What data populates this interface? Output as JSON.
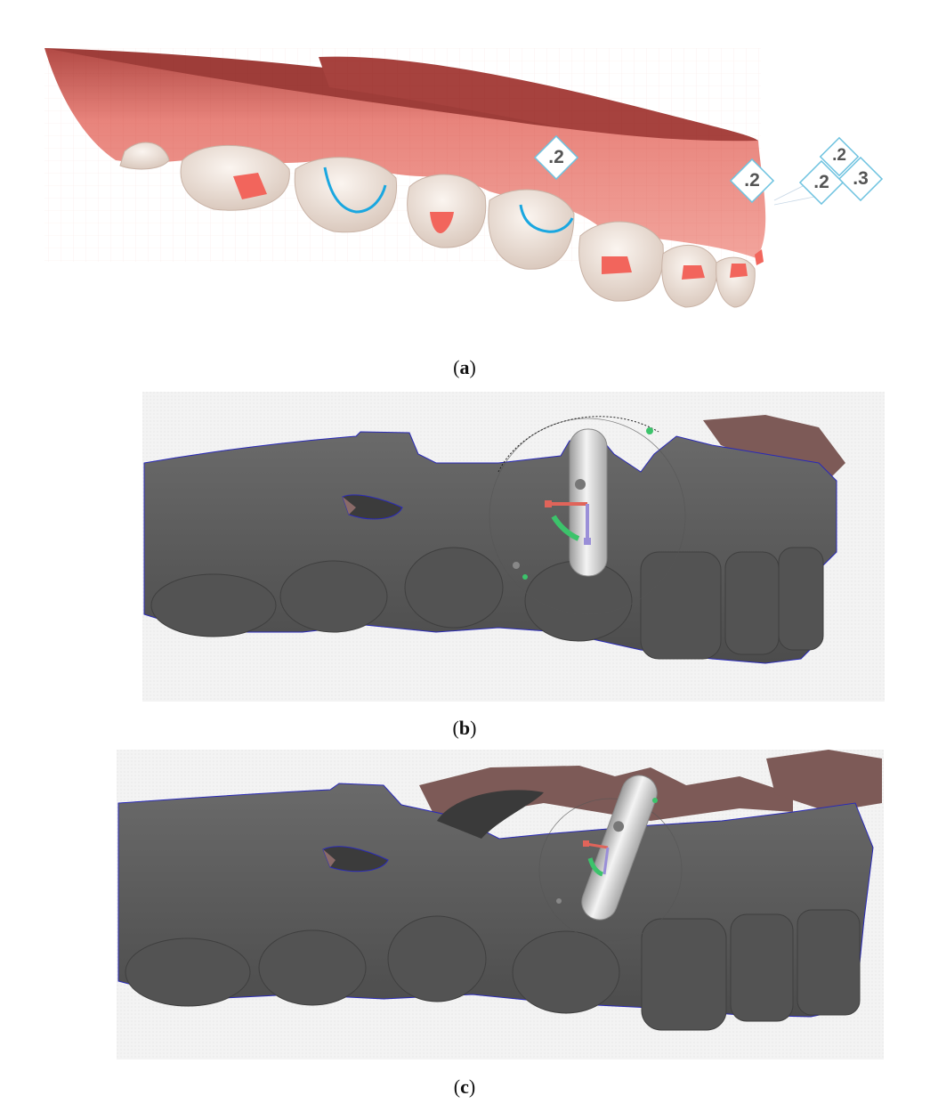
{
  "panels": [
    {
      "id": "a",
      "caption_open": "(",
      "caption_letter": "a",
      "caption_close": ")",
      "markers": [
        ".2",
        ".2",
        ".2",
        ".3",
        ".2"
      ]
    },
    {
      "id": "b",
      "caption_open": "(",
      "caption_letter": "b",
      "caption_close": ")"
    },
    {
      "id": "c",
      "caption_open": "(",
      "caption_letter": "c",
      "caption_close": ")"
    }
  ],
  "colors": {
    "gum": "#e57f78",
    "gum_dark": "#a8423e",
    "tooth": "#efe3da",
    "attachment": "#f2655c",
    "outline_blue": "#1aa7e0",
    "scan_gray": "#5e5e5e",
    "scan_dark": "#474747",
    "tissue_brown": "#7d5a57",
    "edge_blue": "#2a2ab8",
    "tool_silver": "#cfcfcf",
    "gizmo_red": "#e0645a",
    "gizmo_green": "#3cc36b",
    "gizmo_purple": "#9a8fd8"
  }
}
